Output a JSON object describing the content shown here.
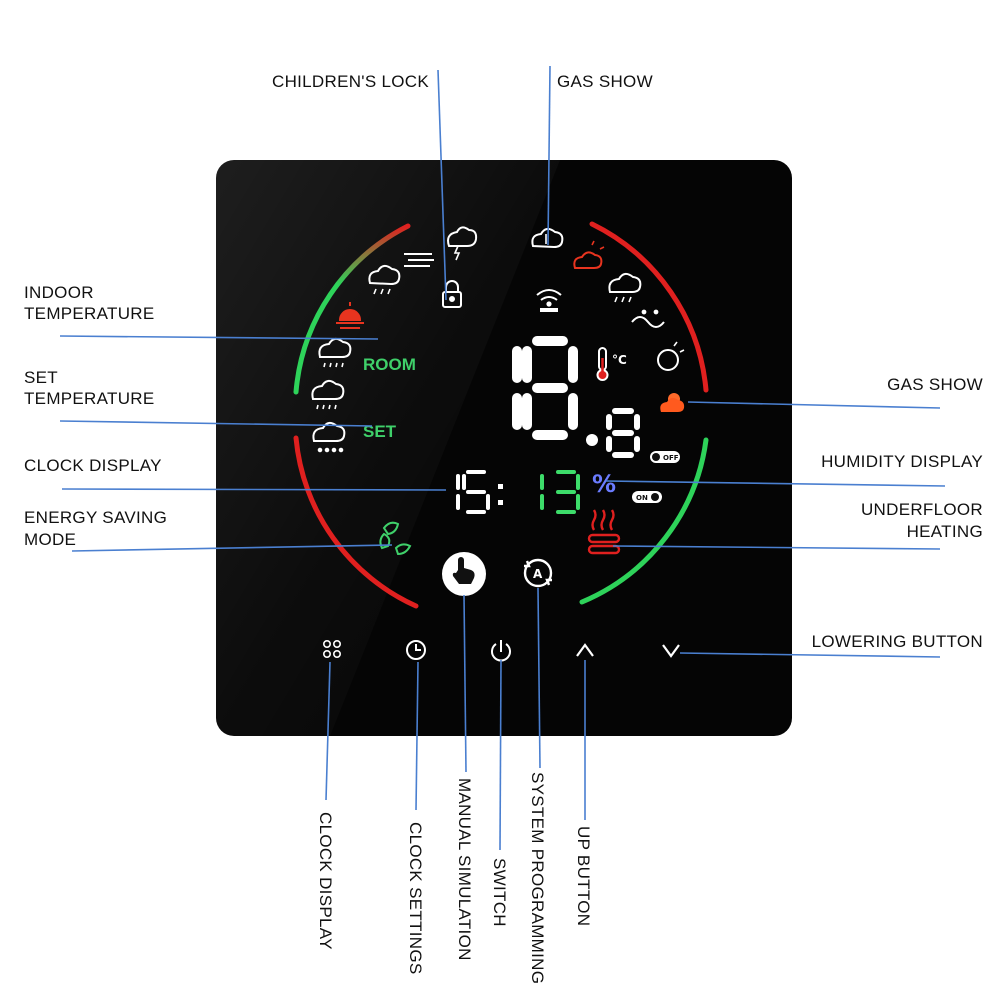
{
  "labels": {
    "childrens_lock": "CHILDREN'S LOCK",
    "gas_show_top": "GAS SHOW",
    "indoor_temperature": [
      "INDOOR",
      "TEMPERATURE"
    ],
    "set_temperature": [
      "SET",
      "TEMPERATURE"
    ],
    "clock_display_left": "CLOCK DISPLAY",
    "energy_saving_mode": [
      "ENERGY SAVING",
      "MODE"
    ],
    "gas_show_right": "GAS SHOW",
    "humidity_display": "HUMIDITY DISPLAY",
    "underfloor_heating": [
      "UNDERFLOOR",
      "HEATING"
    ],
    "lowering_button": "LOWERING BUTTON",
    "clock_display_bottom": "CLOCK DISPLAY",
    "clock_settings": "CLOCK SETTINGS",
    "manual_simulation": "MANUAL SIMULATION",
    "switch": "SWITCH",
    "system_programming": "SYSTEM PROGRAMMING",
    "up_button": "UP BUTTON"
  },
  "display": {
    "room_label": "ROOM",
    "set_label": "SET",
    "temperature_unit": "°C",
    "off_badge": "OFF",
    "on_badge": "ON",
    "humidity_symbol": "%",
    "clock_digits": [
      "1",
      "5",
      "1",
      "3"
    ],
    "large_digits": [
      "1",
      "8",
      "8"
    ]
  },
  "colors": {
    "panel": "#050505",
    "leader": "#4a7fd0",
    "arc_green": "#2ed35a",
    "arc_red": "#e0201f",
    "digit_white": "#ffffff",
    "digit_green": "#3ddc6a"
  },
  "icons": {
    "bottom_buttons": [
      "menu-grid-icon",
      "clock-icon",
      "power-icon",
      "up-chevron-icon",
      "down-chevron-icon"
    ]
  }
}
